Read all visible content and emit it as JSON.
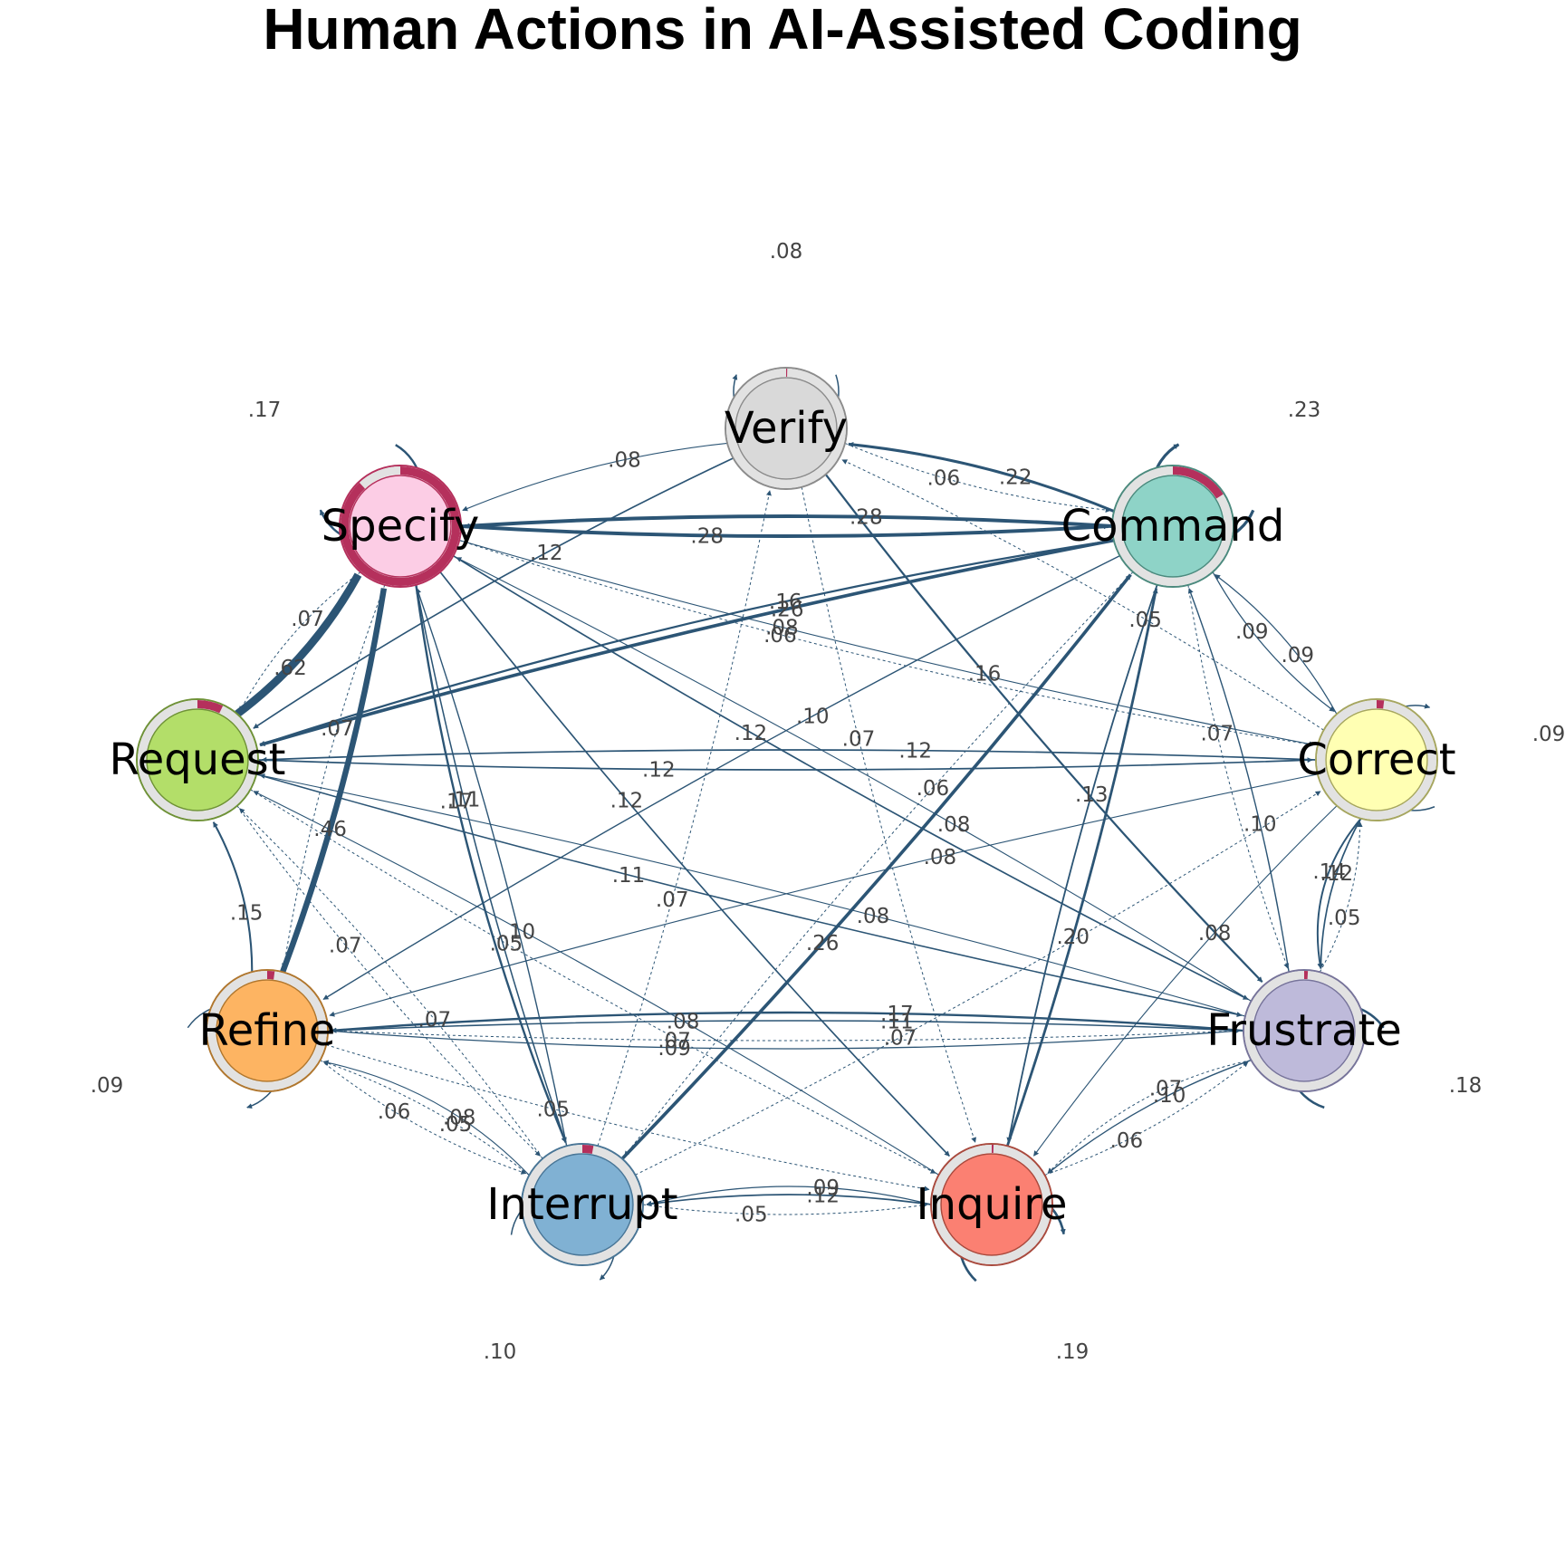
{
  "title": "Human Actions in AI-Assisted Coding",
  "colors": {
    "edge": "#2c5575",
    "pie_accent": "#b5305c",
    "ring": "#e2e2e2"
  },
  "nodes": [
    {
      "id": "verify",
      "label": "Verify",
      "fill": "#d9d9d9",
      "border": "#8c8c8c",
      "pie": 0.003
    },
    {
      "id": "command",
      "label": "Command",
      "fill": "#8ed3c7",
      "border": "#4c8a7e",
      "pie": 0.16
    },
    {
      "id": "correct",
      "label": "Correct",
      "fill": "#ffffb3",
      "border": "#a6a660",
      "pie": 0.02
    },
    {
      "id": "frustrate",
      "label": "Frustrate",
      "fill": "#bebada",
      "border": "#77749a",
      "pie": 0.01
    },
    {
      "id": "inquire",
      "label": "Inquire",
      "fill": "#fb8072",
      "border": "#a94a3e",
      "pie": 0.005
    },
    {
      "id": "interrupt",
      "label": "Interrupt",
      "fill": "#80b1d3",
      "border": "#4a7696",
      "pie": 0.03
    },
    {
      "id": "refine",
      "label": "Refine",
      "fill": "#fdb462",
      "border": "#b0772f",
      "pie": 0.02
    },
    {
      "id": "request",
      "label": "Request",
      "fill": "#b3de69",
      "border": "#6f9238",
      "pie": 0.07
    },
    {
      "id": "specify",
      "label": "Specify",
      "fill": "#fccde5",
      "border": "#b5305c",
      "pie": 0.88
    }
  ],
  "loops": [
    {
      "node": "verify",
      "label": ".08"
    },
    {
      "node": "command",
      "label": ".23"
    },
    {
      "node": "correct",
      "label": ".09"
    },
    {
      "node": "frustrate",
      "label": ".18"
    },
    {
      "node": "inquire",
      "label": ".19"
    },
    {
      "node": "interrupt",
      "label": ".10"
    },
    {
      "node": "refine",
      "label": ".09"
    },
    {
      "node": "request",
      "label": ""
    },
    {
      "node": "specify",
      "label": ".17"
    }
  ],
  "edges": [
    {
      "from": "refine",
      "to": "specify",
      "w": 0.46,
      "label": ".46"
    },
    {
      "from": "request",
      "to": "specify",
      "w": 0.62,
      "label": ".62"
    },
    {
      "from": "specify",
      "to": "command",
      "w": 0.28,
      "label": ".28"
    },
    {
      "from": "command",
      "to": "specify",
      "w": 0.28,
      "label": ".28"
    },
    {
      "from": "verify",
      "to": "specify",
      "w": 0.08,
      "label": ".08"
    },
    {
      "from": "command",
      "to": "verify",
      "w": 0.22,
      "label": ".22"
    },
    {
      "from": "verify",
      "to": "command",
      "w": 0.06,
      "label": ".06"
    },
    {
      "from": "correct",
      "to": "verify",
      "w": 0.05,
      "label": ".05"
    },
    {
      "from": "command",
      "to": "request",
      "w": 0.26,
      "label": ".26"
    },
    {
      "from": "interrupt",
      "to": "command",
      "w": 0.26,
      "label": ".26"
    },
    {
      "from": "specify",
      "to": "correct",
      "w": 0.08,
      "label": ".08"
    },
    {
      "from": "frustrate",
      "to": "specify",
      "w": 0.08,
      "label": ".08"
    },
    {
      "from": "verify",
      "to": "request",
      "w": 0.12,
      "label": ".12"
    },
    {
      "from": "command",
      "to": "request",
      "w": 0.16,
      "label": ".16"
    },
    {
      "from": "specify",
      "to": "request",
      "w": 0.07,
      "label": ".07"
    },
    {
      "from": "command",
      "to": "correct",
      "w": 0.09,
      "label": ".09"
    },
    {
      "from": "correct",
      "to": "command",
      "w": 0.09,
      "label": ".09"
    },
    {
      "from": "specify",
      "to": "inquire",
      "w": 0.12,
      "label": ".12"
    },
    {
      "from": "command",
      "to": "refine",
      "w": 0.1,
      "label": ".10"
    },
    {
      "from": "interrupt",
      "to": "verify",
      "w": 0.07,
      "label": ".07"
    },
    {
      "from": "specify",
      "to": "correct",
      "w": 0.06,
      "label": ".06"
    },
    {
      "from": "command",
      "to": "interrupt",
      "w": 0.06,
      "label": ".06"
    },
    {
      "from": "request",
      "to": "correct",
      "w": 0.12,
      "label": ".12"
    },
    {
      "from": "correct",
      "to": "request",
      "w": 0.12,
      "label": ".12"
    },
    {
      "from": "specify",
      "to": "interrupt",
      "w": 0.11,
      "label": ".11"
    },
    {
      "from": "inquire",
      "to": "command",
      "w": 0.2,
      "label": ".20"
    },
    {
      "from": "frustrate",
      "to": "command",
      "w": 0.1,
      "label": ".10"
    },
    {
      "from": "verify",
      "to": "frustrate",
      "w": 0.16,
      "label": ".16"
    },
    {
      "from": "correct",
      "to": "refine",
      "w": 0.08,
      "label": ".08"
    },
    {
      "from": "request",
      "to": "frustrate",
      "w": 0.11,
      "label": ".11"
    },
    {
      "from": "interrupt",
      "to": "specify",
      "w": 0.1,
      "label": ".10"
    },
    {
      "from": "specify",
      "to": "refine",
      "w": 0.07,
      "label": ".07"
    },
    {
      "from": "frustrate",
      "to": "request",
      "w": 0.08,
      "label": ".08"
    },
    {
      "from": "correct",
      "to": "inquire",
      "w": 0.08,
      "label": ".08"
    },
    {
      "from": "correct",
      "to": "frustrate",
      "w": 0.12,
      "label": ".12"
    },
    {
      "from": "frustrate",
      "to": "correct",
      "w": 0.05,
      "label": ".05"
    },
    {
      "from": "command",
      "to": "inquire",
      "w": 0.13,
      "label": ".13"
    },
    {
      "from": "correct",
      "to": "frustrate",
      "w": 0.14,
      "label": ".14"
    },
    {
      "from": "refine",
      "to": "request",
      "w": 0.15,
      "label": ".15"
    },
    {
      "from": "interrupt",
      "to": "request",
      "w": 0.07,
      "label": ".07"
    },
    {
      "from": "inquire",
      "to": "request",
      "w": 0.08,
      "label": ".08"
    },
    {
      "from": "specify",
      "to": "interrupt",
      "w": 0.17,
      "label": ".17"
    },
    {
      "from": "frustrate",
      "to": "refine",
      "w": 0.11,
      "label": ".11"
    },
    {
      "from": "verify",
      "to": "inquire",
      "w": 0.07,
      "label": ".07"
    },
    {
      "from": "specify",
      "to": "frustrate",
      "w": 0.12,
      "label": ".12"
    },
    {
      "from": "refine",
      "to": "frustrate",
      "w": 0.07,
      "label": ".07"
    },
    {
      "from": "command",
      "to": "frustrate",
      "w": 0.07,
      "label": ".07"
    },
    {
      "from": "interrupt",
      "to": "correct",
      "w": 0.07,
      "label": ".07"
    },
    {
      "from": "interrupt",
      "to": "refine",
      "w": 0.05,
      "label": ".05"
    },
    {
      "from": "frustrate",
      "to": "refine",
      "w": 0.17,
      "label": ".17"
    },
    {
      "from": "refine",
      "to": "frustrate",
      "w": 0.09,
      "label": ".09"
    },
    {
      "from": "interrupt",
      "to": "refine",
      "w": 0.08,
      "label": ".08"
    },
    {
      "from": "refine",
      "to": "interrupt",
      "w": 0.06,
      "label": ".06"
    },
    {
      "from": "refine",
      "to": "inquire",
      "w": 0.05,
      "label": ".05"
    },
    {
      "from": "request",
      "to": "inquire",
      "w": 0.05,
      "label": ".05"
    },
    {
      "from": "inquire",
      "to": "frustrate",
      "w": 0.06,
      "label": ".06"
    },
    {
      "from": "frustrate",
      "to": "inquire",
      "w": 0.1,
      "label": ".10"
    },
    {
      "from": "frustrate",
      "to": "inquire",
      "w": 0.07,
      "label": ".07"
    },
    {
      "from": "interrupt",
      "to": "inquire",
      "w": 0.05,
      "label": ".05"
    },
    {
      "from": "inquire",
      "to": "interrupt",
      "w": 0.12,
      "label": ".12"
    },
    {
      "from": "inquire",
      "to": "interrupt",
      "w": 0.09,
      "label": ".09"
    },
    {
      "from": "request",
      "to": "interrupt",
      "w": 0.07,
      "label": ".07"
    }
  ]
}
